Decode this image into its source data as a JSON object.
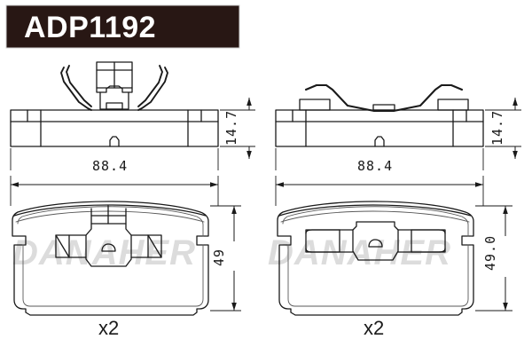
{
  "header": {
    "part_code": "ADP1192",
    "banner_bg_color": "#281714",
    "banner_text_color": "#ffffff"
  },
  "watermark": {
    "text": "DANAHER",
    "color": "#dcdcdc"
  },
  "colors": {
    "line": "#1a1a1a",
    "line_light": "#8c8c8c",
    "background": "#ffffff"
  },
  "views": [
    {
      "id": "top-left-side-view",
      "name": "side-view-pad-a",
      "position": "top-left",
      "width_dimension": "88.4",
      "height_dimension": "14.7",
      "clip_type": "v-spring-clip-with-tab"
    },
    {
      "id": "top-right-side-view",
      "name": "side-view-pad-b",
      "position": "top-right",
      "width_dimension": "88.4",
      "height_dimension": "14.7",
      "clip_type": "flat-wire-spring"
    },
    {
      "id": "bottom-left-front-view",
      "name": "front-view-pad-a",
      "position": "bottom-left",
      "width_dimension": "88.4",
      "height_dimension": "49",
      "quantity_label": "x2"
    },
    {
      "id": "bottom-right-front-view",
      "name": "front-view-pad-b",
      "position": "bottom-right",
      "width_dimension": "88.4",
      "height_dimension": "49.0",
      "quantity_label": "x2"
    }
  ],
  "dimensions": {
    "tl_width": "88.4",
    "tl_height": "14.7",
    "tr_width": "88.4",
    "tr_height": "14.7",
    "bl_width": "88.4",
    "bl_height": "49",
    "br_width": "88.4",
    "br_height": "49.0",
    "bl_qty": "x2",
    "br_qty": "x2"
  }
}
